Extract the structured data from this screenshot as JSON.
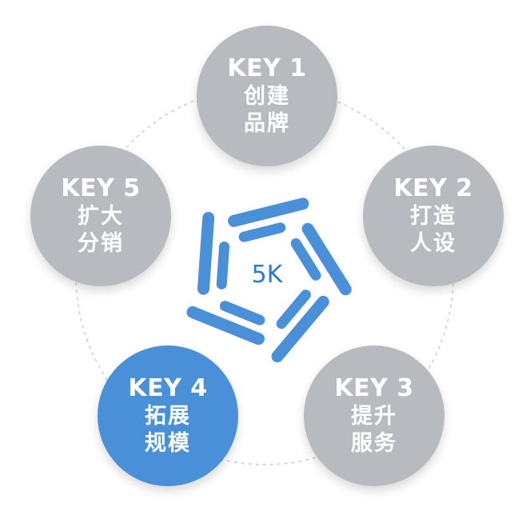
{
  "colors": {
    "node_gray": "#b7bbbf",
    "node_highlight": "#4a90d9",
    "logo_blue": "#4a90d9",
    "logo_text": "#2e7bc9",
    "orbit": "#c9cdd1"
  },
  "center": {
    "label": "5K"
  },
  "nodes": [
    {
      "key": "KEY 1",
      "line1": "创建",
      "line2": "品牌",
      "highlighted": false
    },
    {
      "key": "KEY 2",
      "line1": "打造",
      "line2": "人设",
      "highlighted": false
    },
    {
      "key": "KEY 3",
      "line1": "提升",
      "line2": "服务",
      "highlighted": false
    },
    {
      "key": "KEY 4",
      "line1": "拓展",
      "line2": "规模",
      "highlighted": true
    },
    {
      "key": "KEY 5",
      "line1": "扩大",
      "line2": "分销",
      "highlighted": false
    }
  ]
}
